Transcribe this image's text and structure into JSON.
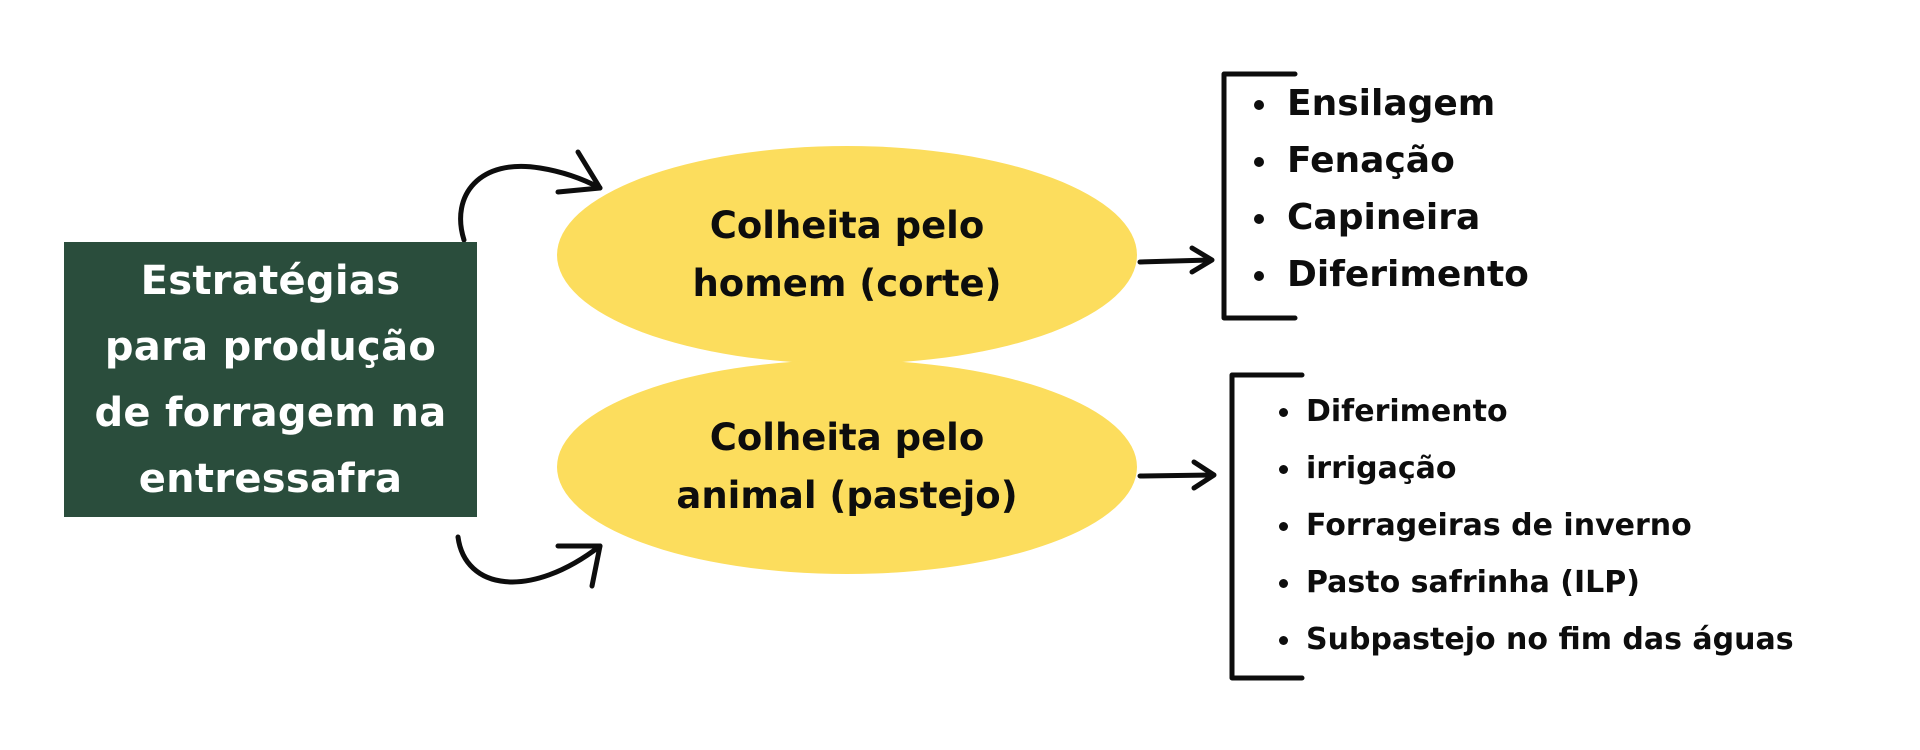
{
  "main": {
    "lines": [
      "Estratégias",
      "para produção",
      "de forragem na",
      "entressafra"
    ]
  },
  "branches": [
    {
      "lines": [
        "Colheita pelo",
        "homem (corte)"
      ],
      "items": [
        "Ensilagem",
        "Fenação",
        "Capineira",
        "Diferimento"
      ]
    },
    {
      "lines": [
        "Colheita pelo",
        "animal (pastejo)"
      ],
      "items": [
        "Diferimento",
        "irrigação",
        "Forrageiras de inverno",
        "Pasto safrinha (ILP)",
        "Subpastejo no fim das águas"
      ]
    }
  ],
  "colors": {
    "main_box": "#2a4d3c",
    "ellipse": "#fcdd5d",
    "ink": "#0d0d0d"
  }
}
